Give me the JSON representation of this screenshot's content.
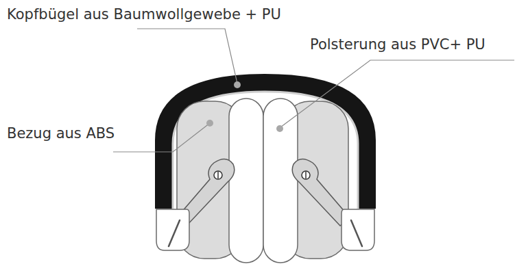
{
  "diagram": {
    "labels": [
      "Kopfbügel aus Baumwollgewebe + PU",
      "Polsterung aus PVC+ PU",
      "Bezug aus ABS"
    ]
  }
}
